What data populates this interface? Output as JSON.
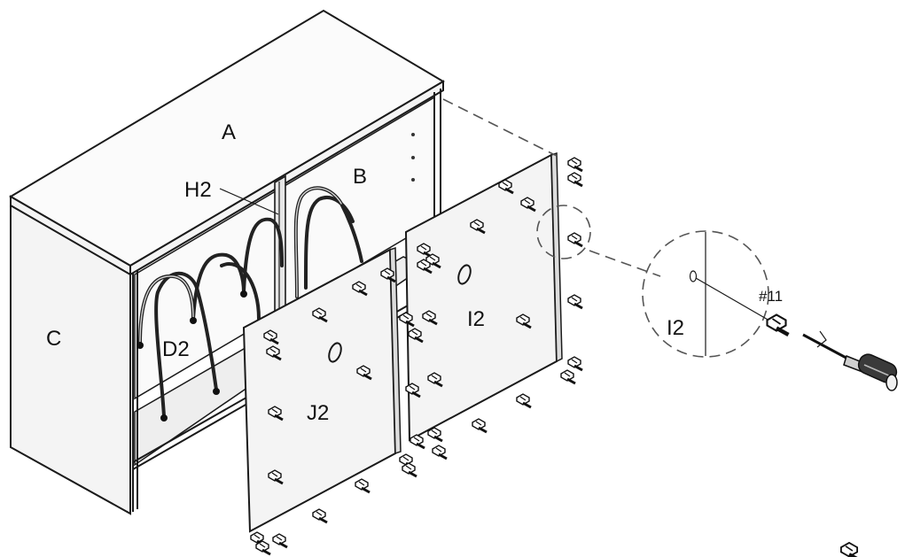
{
  "labels": {
    "top": "A",
    "back": "B",
    "side": "C",
    "basket": "D2",
    "divider": "H2",
    "door_right": "I2",
    "door_left": "J2",
    "detail_panel": "I2",
    "screw": "#11"
  },
  "icons": [
    "screw-icon",
    "screwdriver-icon"
  ]
}
